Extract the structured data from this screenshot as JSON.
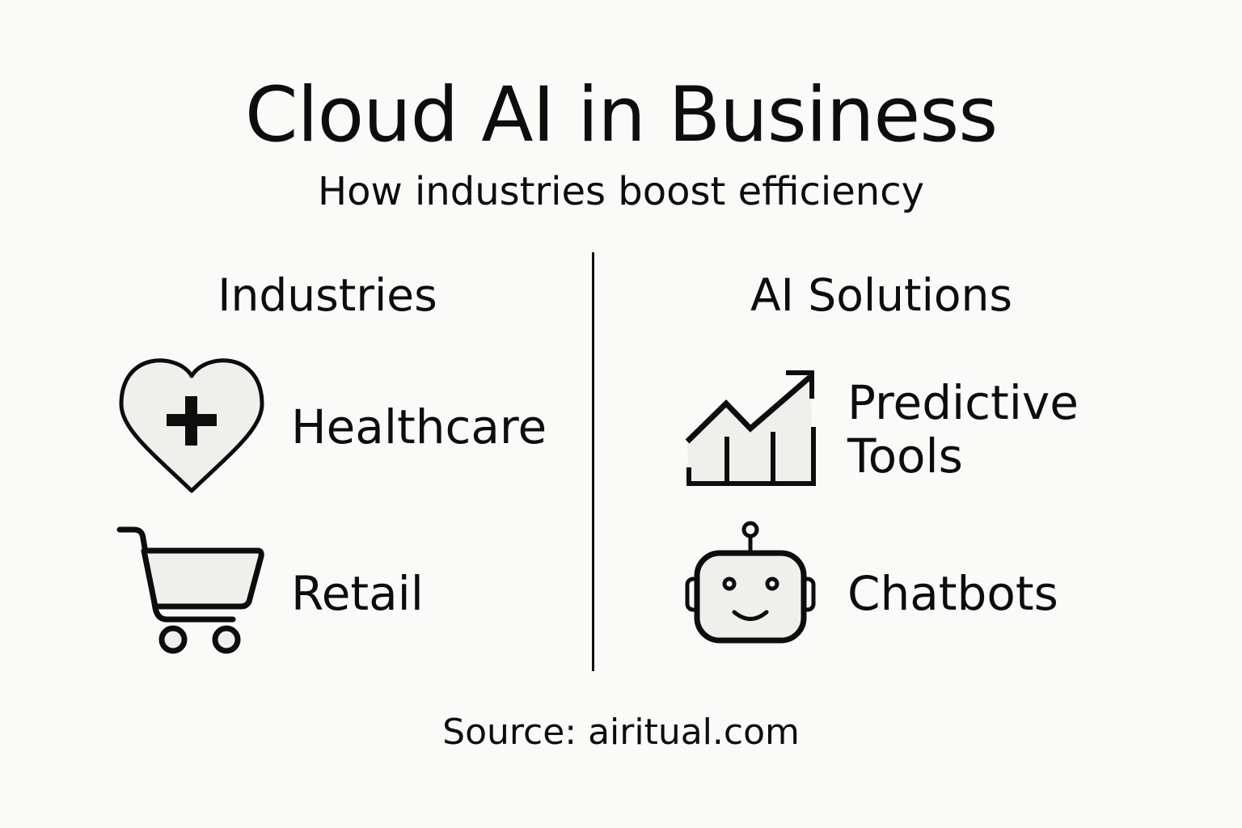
{
  "header": {
    "title": "Cloud AI in Business",
    "subtitle": "How industries boost efficiency"
  },
  "columns": [
    {
      "heading": "Industries",
      "items": [
        {
          "label": "Healthcare",
          "icon": "heart-plus-icon"
        },
        {
          "label": "Retail",
          "icon": "shopping-cart-icon"
        }
      ]
    },
    {
      "heading": "AI Solutions",
      "items": [
        {
          "label_line1": "Predictive",
          "label_line2": "Tools",
          "icon": "trending-chart-icon"
        },
        {
          "label": "Chatbots",
          "icon": "robot-icon"
        }
      ]
    }
  ],
  "footer": {
    "source": "Source: airitual.com"
  },
  "colors": {
    "background": "#fafaf8",
    "stroke": "#0d0d0d",
    "icon_fill": "#efefec"
  }
}
